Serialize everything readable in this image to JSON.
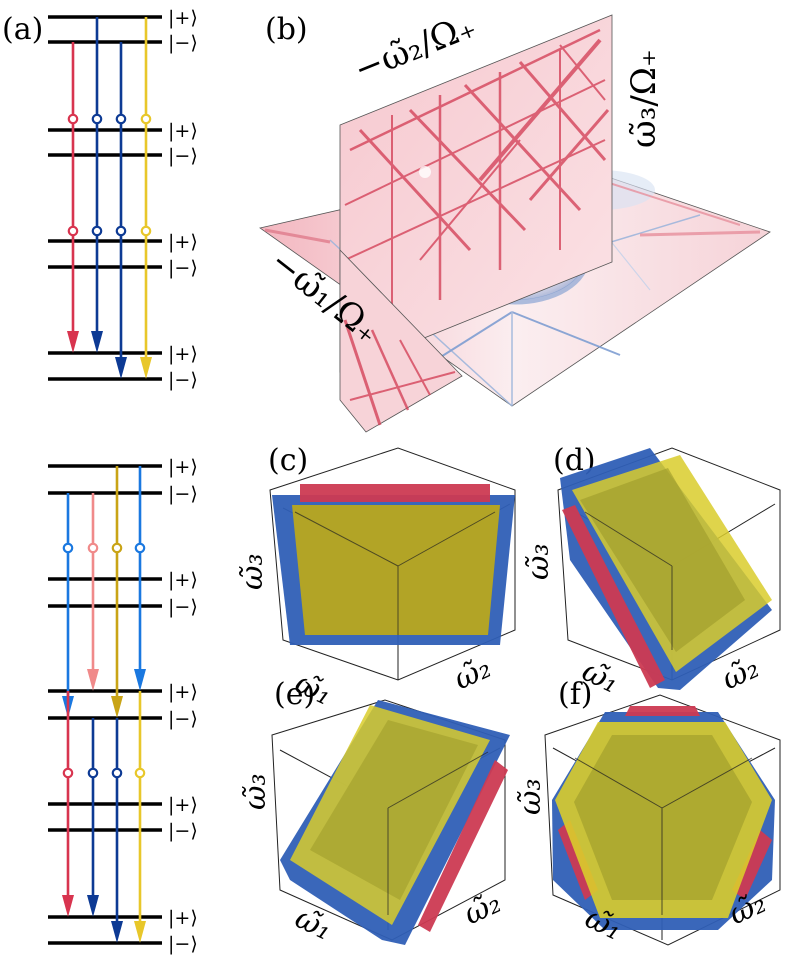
{
  "panel_labels": {
    "a_top": "(a)",
    "b": "(b)",
    "c": "(c)",
    "d": "(d)",
    "e": "(e)",
    "f": "(f)"
  },
  "kets": {
    "plus": "|+⟩",
    "minus": "|−⟩"
  },
  "axis_labels": {
    "b_omega2": "−ω̃₂/Ω₊",
    "b_omega3": "ω̃₃/Ω₊",
    "b_omega1": "−ω̃₁/Ω₊",
    "omega1": "ω̃₁",
    "omega2": "ω̃₂",
    "omega3": "ω̃₃"
  },
  "colors": {
    "red": "#d8344f",
    "pink": "#f08a8a",
    "blue_dark": "#0d3a94",
    "blue_light": "#1a78e0",
    "yellow": "#e8c72a",
    "gold": "#c9a416",
    "slab_blue": "#2f5fb6",
    "slab_red": "#cc3a52",
    "slab_yellow": "#d9cc2c",
    "heat_red": "#d23a52",
    "heat_blue": "#5f86c4"
  }
}
